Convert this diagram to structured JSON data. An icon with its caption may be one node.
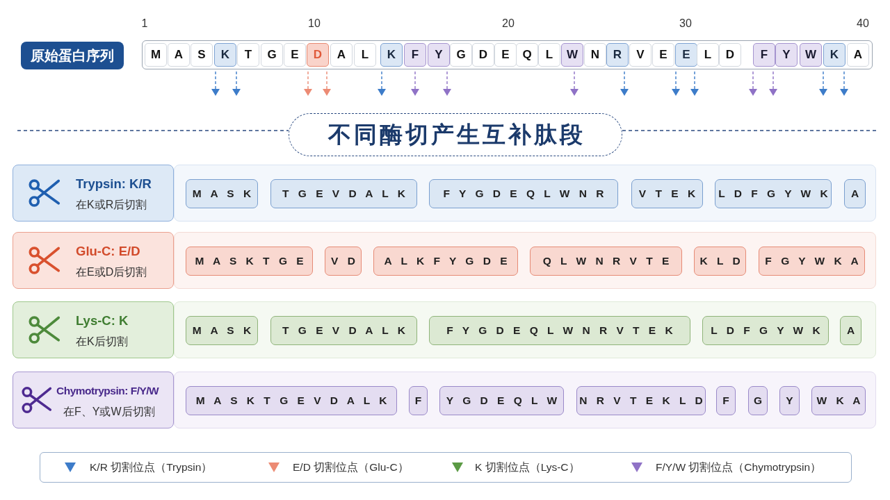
{
  "diagram": {
    "nodes": [
      {
        "text": [
          "原始蛋白序列"
        ]
      },
      {
        "text": [],
        "shape": "box"
      },
      {
        "text": [
          "M"
        ],
        "in": 1
      },
      {
        "text": [
          "A"
        ],
        "in": 1
      },
      {
        "text": [
          "S"
        ],
        "in": 1
      },
      {
        "text": [
          "K"
        ],
        "in": 1
      },
      {
        "text": [
          "T"
        ],
        "in": 1
      },
      {
        "text": [
          "G"
        ],
        "in": 1
      },
      {
        "text": [
          "E"
        ],
        "in": 1
      },
      {
        "text": [
          "D"
        ],
        "in": 1
      },
      {
        "text": [
          "A"
        ],
        "in": 1
      },
      {
        "text": [
          "L"
        ],
        "in": 1
      },
      {
        "text": [
          "K"
        ],
        "in": 1
      },
      {
        "text": [
          "F"
        ],
        "in": 1
      },
      {
        "text": [
          "Y"
        ],
        "in": 1
      },
      {
        "text": [
          "G"
        ],
        "in": 1
      },
      {
        "text": [
          "D"
        ],
        "in": 1
      },
      {
        "text": [
          "E"
        ],
        "in": 1
      },
      {
        "text": [
          "Q"
        ],
        "in": 1
      },
      {
        "text": [
          "L"
        ],
        "in": 1
      },
      {
        "text": [
          "W"
        ],
        "in": 1
      },
      {
        "text": [
          "N"
        ],
        "in": 1
      },
      {
        "text": [
          "R"
        ],
        "in": 1
      },
      {
        "text": [
          "V"
        ],
        "in": 1
      },
      {
        "text": [
          "E"
        ],
        "in": 1
      },
      {
        "text": [
          "E"
        ],
        "in": 1
      },
      {
        "text": [
          "L"
        ],
        "in": 1
      },
      {
        "text": [
          "D"
        ],
        "in": 1
      },
      {
        "text": [
          "F"
        ],
        "in": 1
      },
      {
        "text": [
          "Y"
        ],
        "in": 1
      },
      {
        "text": [
          "W"
        ],
        "in": 1
      },
      {
        "text": [
          "K"
        ],
        "in": 1
      },
      {
        "text": [
          "A"
        ],
        "in": 1
      },
      {
        "text": [
          "不同酶切产生互补肽段"
        ]
      },
      {
        "text": [
          "Trypsin: K/R",
          "在K或R后切割"
        ]
      },
      {
        "text": [],
        "shape": "box"
      },
      {
        "text": [
          "M A S K"
        ],
        "in": 35
      },
      {
        "text": [
          "T G E V D A L K"
        ],
        "in": 35
      },
      {
        "text": [
          "F Y G D E Q L W N R"
        ],
        "in": 35
      },
      {
        "text": [
          "V T E K"
        ],
        "in": 35
      },
      {
        "text": [
          "L D F G Y W K"
        ],
        "in": 35
      },
      {
        "text": [
          "A"
        ],
        "in": 35
      },
      {
        "text": [
          "Glu-C: E/D",
          "在E或D后切割"
        ]
      },
      {
        "text": [],
        "shape": "box"
      },
      {
        "text": [
          "M A S K T G E"
        ],
        "in": 43
      },
      {
        "text": [
          "V D"
        ],
        "in": 43
      },
      {
        "text": [
          "A L K F Y G D E"
        ],
        "in": 43
      },
      {
        "text": [
          "Q L W N R V T E"
        ],
        "in": 43
      },
      {
        "text": [
          "K L D"
        ],
        "in": 43
      },
      {
        "text": [
          "F G Y W K A"
        ],
        "in": 43
      },
      {
        "text": [
          "Lys-C: K",
          "在K后切割"
        ]
      },
      {
        "text": [],
        "shape": "box"
      },
      {
        "text": [
          "M A S K"
        ],
        "in": 51
      },
      {
        "text": [
          "T G E V D A L K"
        ],
        "in": 51
      },
      {
        "text": [
          "F Y G D E Q L W N R V T E K"
        ],
        "in": 51
      },
      {
        "text": [
          "L D F G Y W K"
        ],
        "in": 51
      },
      {
        "text": [
          "A"
        ],
        "in": 51
      },
      {
        "text": [
          "Chymotrypsin: F/Y/W",
          "在F、Y或W后切割"
        ]
      },
      {
        "text": [],
        "shape": "box"
      },
      {
        "text": [
          "M A S K T G E V D A L K"
        ],
        "in": 58
      },
      {
        "text": [
          "F"
        ],
        "in": 58
      },
      {
        "text": [
          "Y G D E Q L W"
        ],
        "in": 58
      },
      {
        "text": [
          "N R V T E K L D"
        ],
        "in": 58
      },
      {
        "text": [
          "F"
        ],
        "in": 58
      },
      {
        "text": [
          "G"
        ],
        "in": 58
      },
      {
        "text": [
          "Y"
        ],
        "in": 58
      },
      {
        "text": [
          "W K A"
        ],
        "in": 58
      }
    ],
    "labels": [
      "1",
      "10",
      "20",
      "30",
      "40"
    ],
    "legend": [
      {
        "text": "K/R 切割位点（Trypsin）",
        "color": "#3d7cc9"
      },
      {
        "text": "E/D 切割位点（Glu-C）",
        "color": "#ec8b74"
      },
      {
        "text": "K 切割位点（Lys-C）",
        "color": "#5b9a45"
      },
      {
        "text": "F/Y/W 切割位点（Chymotrypsin）",
        "color": "#8f72c6"
      }
    ]
  }
}
